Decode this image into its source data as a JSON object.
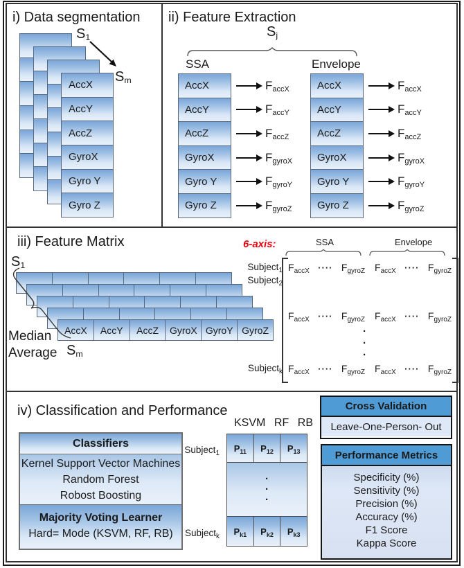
{
  "panel1": {
    "title": "i) Data segmentation",
    "s_first": {
      "base": "S",
      "sub": "1"
    },
    "s_last": {
      "base": "S",
      "sub": "m"
    },
    "cells": [
      "AccX",
      "AccY",
      "AccZ",
      "GyroX",
      "Gyro Y",
      "Gyro Z"
    ]
  },
  "panel2": {
    "title": "ii) Feature Extraction",
    "s_j": {
      "base": "S",
      "sub": "j"
    },
    "columns": [
      "SSA",
      "Envelope"
    ],
    "rows": [
      {
        "label": "AccX",
        "f_base": "F",
        "f_sub": "accX"
      },
      {
        "label": "AccY",
        "f_base": "F",
        "f_sub": "accY"
      },
      {
        "label": "AccZ",
        "f_base": "F",
        "f_sub": "accZ"
      },
      {
        "label": "GyroX",
        "f_base": "F",
        "f_sub": "gyroX"
      },
      {
        "label": "Gyro Y",
        "f_base": "F",
        "f_sub": "gyroY"
      },
      {
        "label": "Gyro Z",
        "f_base": "F",
        "f_sub": "gyroZ"
      }
    ]
  },
  "panel3": {
    "title": "iii) Feature Matrix",
    "s_first": {
      "base": "S",
      "sub": "1"
    },
    "s_last": {
      "base": "S",
      "sub": "m"
    },
    "agg_line1": "Median",
    "agg_line2": "Average",
    "front_cells": [
      "AccX",
      "AccY",
      "AccZ",
      "GyroX",
      "GyroY",
      "GyroZ"
    ],
    "six_axis": "6-axis:",
    "matrix": {
      "group_headers": [
        "SSA",
        "Envelope"
      ],
      "row_labels": [
        {
          "base": "Subject",
          "sub": "1"
        },
        {
          "base": "Subject",
          "sub": "2"
        },
        {
          "base": "Subject",
          "sub": "k"
        }
      ],
      "f_first": {
        "base": "F",
        "sub": "accX"
      },
      "h_dots": "····",
      "f_last": {
        "base": "F",
        "sub": "gyroZ"
      },
      "v_dot": "·"
    }
  },
  "panel4": {
    "title": "iv) Classification and Performance",
    "classifiers": {
      "header": "Classifiers",
      "items": [
        "Kernel Support Vector Machines",
        "Random Forest",
        "Robost Boosting"
      ],
      "voting_header": "Majority Voting Learner",
      "voting_rule": "Hard= Mode (KSVM, RF, RB)"
    },
    "prediction": {
      "col_headers": [
        "KSVM",
        "RF",
        "RB"
      ],
      "row_first_label": {
        "base": "Subject",
        "sub": "1"
      },
      "row_last_label": {
        "base": "Subject",
        "sub": "k"
      },
      "row_first": [
        {
          "base": "P",
          "sub": "11"
        },
        {
          "base": "P",
          "sub": "12"
        },
        {
          "base": "P",
          "sub": "13"
        }
      ],
      "row_last": [
        {
          "base": "P",
          "sub": "k1"
        },
        {
          "base": "P",
          "sub": "k2"
        },
        {
          "base": "P",
          "sub": "k3"
        }
      ],
      "v_dot": "·"
    },
    "cross_validation": {
      "header": "Cross Validation",
      "body": "Leave-One-Person- Out"
    },
    "performance": {
      "header": "Performance Metrics",
      "metrics": [
        "Specificity (%)",
        "Sensitivity (%)",
        "Precision (%)",
        "Accuracy (%)",
        "F1 Score",
        "Kappa Score"
      ]
    }
  },
  "colors": {
    "header_blue": "#4e9bd5",
    "cell_gradient_top": "#7aa6d8",
    "cell_gradient_bottom": "#e9f1fa",
    "light_body": "#dfe8f6",
    "accent_red": "#e8000d"
  }
}
